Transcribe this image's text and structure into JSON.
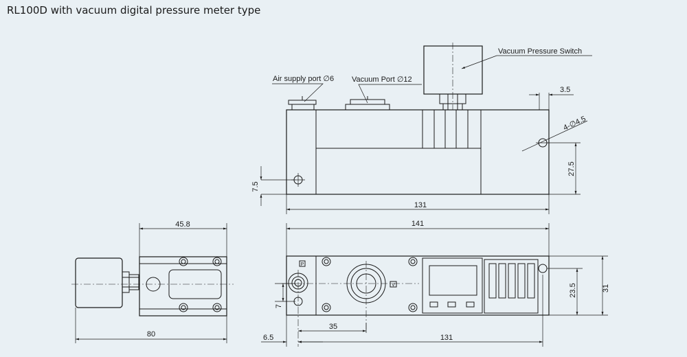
{
  "title": "RL100D with vacuum digital pressure meter type",
  "callouts": {
    "air_supply_port": "Air supply port ∅6",
    "vacuum_port": "Vacuum Port ∅12",
    "vacuum_pressure_switch": "Vacuum Pressure Switch"
  },
  "dimensions": {
    "d_3_5": "3.5",
    "d_4_phi_4_5": "4-∅4.5",
    "d_27_5": "27.5",
    "d_7_5": "7.5",
    "d_131_top": "131",
    "d_141": "141",
    "d_45_8": "45.8",
    "d_80": "80",
    "d_6_5": "6.5",
    "d_35": "35",
    "d_131_bottom": "131",
    "d_7": "7",
    "d_23_5": "23.5",
    "d_31": "31"
  },
  "port_marks": {
    "p": "P",
    "v": "V"
  }
}
